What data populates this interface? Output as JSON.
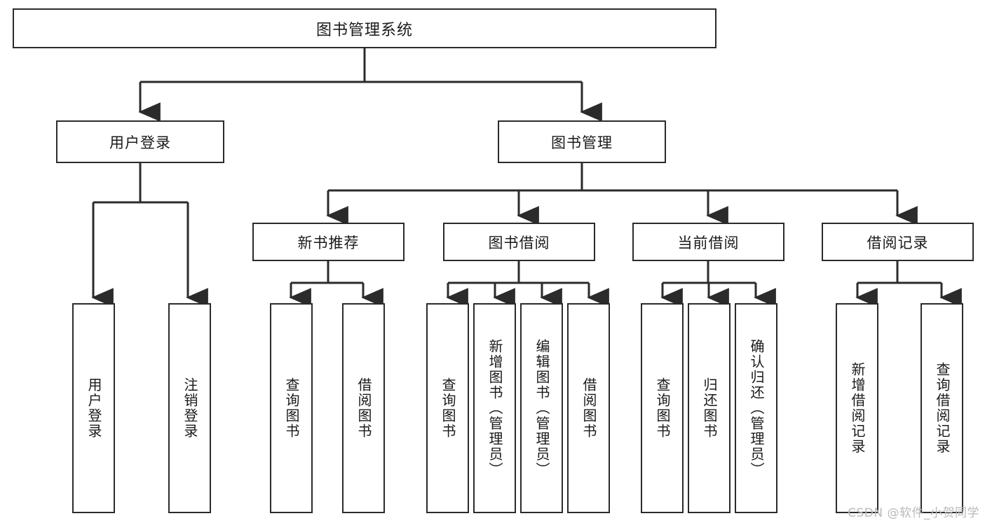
{
  "diagram": {
    "type": "tree",
    "title": "图书管理系统",
    "style": {
      "box_border": "#2b2b2b",
      "box_fill": "#ffffff",
      "line": "#2b2b2b",
      "text": "#1a1a1a",
      "background": "#ffffff"
    },
    "root": {
      "label": "图书管理系统"
    },
    "level2": [
      {
        "label": "用户登录"
      },
      {
        "label": "图书管理"
      }
    ],
    "level3": [
      {
        "label": "新书推荐"
      },
      {
        "label": "图书借阅"
      },
      {
        "label": "当前借阅"
      },
      {
        "label": "借阅记录"
      }
    ],
    "leaves": {
      "user_login": [
        {
          "label": "用户登录"
        },
        {
          "label": "注销登录"
        }
      ],
      "new_book": [
        {
          "label": "查询图书"
        },
        {
          "label": "借阅图书"
        }
      ],
      "borrow_book": [
        {
          "label": "查询图书"
        },
        {
          "label": "新增图书（管理员）"
        },
        {
          "label": "编辑图书（管理员）"
        },
        {
          "label": "借阅图书"
        }
      ],
      "current_borrow": [
        {
          "label": "查询图书"
        },
        {
          "label": "归还图书"
        },
        {
          "label": "确认归还（管理员）"
        }
      ],
      "borrow_record": [
        {
          "label": "新增借阅记录"
        },
        {
          "label": "查询借阅记录"
        }
      ]
    }
  },
  "watermark": {
    "text": "CSDN @软件_小贺同学"
  }
}
